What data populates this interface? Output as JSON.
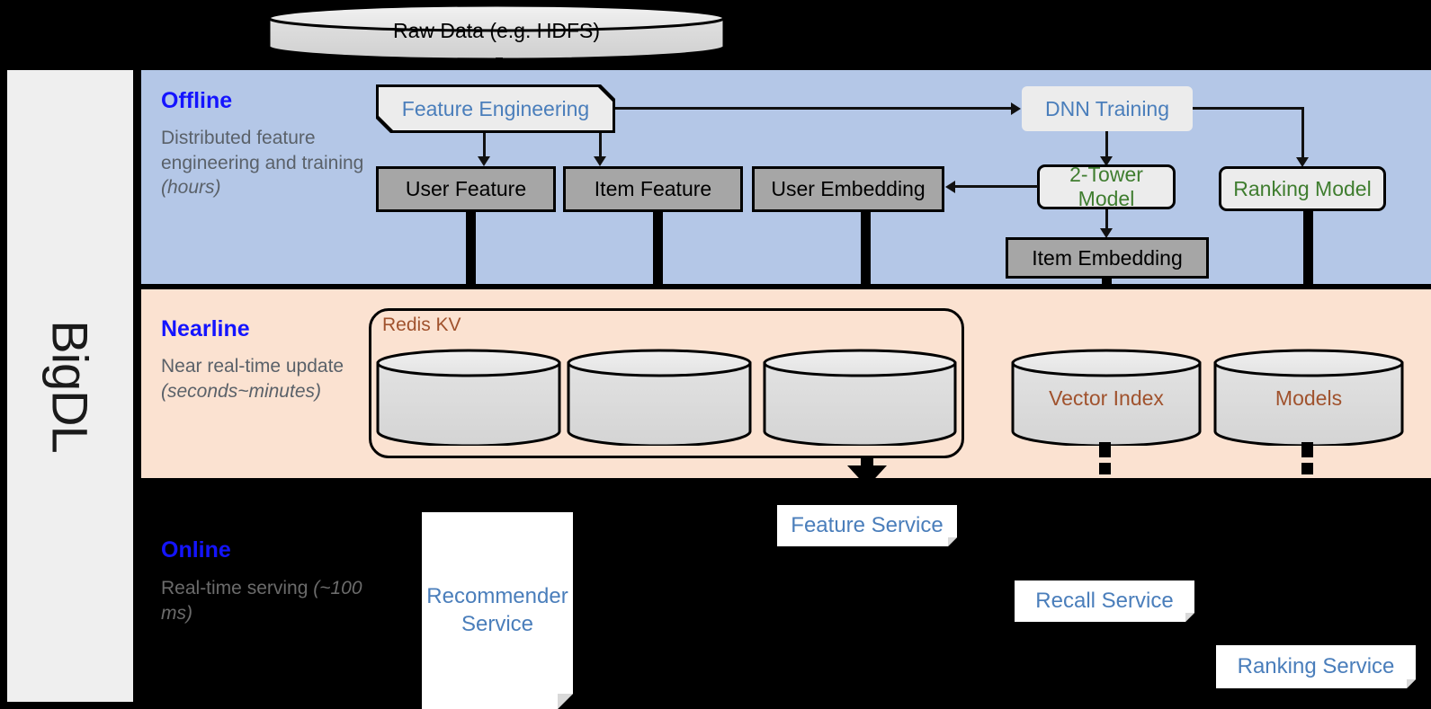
{
  "framework": {
    "name": "BigDL"
  },
  "top": {
    "raw_data_label": "Raw Data (e.g. HDFS)"
  },
  "sections": [
    {
      "id": "offline",
      "title": "Offline",
      "subtitle_plain": "Distributed feature engineering and training ",
      "subtitle_italic": "(hours)",
      "bg_color": "#b4c7e7",
      "title_color": "#1414ff"
    },
    {
      "id": "nearline",
      "title": "Nearline",
      "subtitle_plain": "Near real-time update ",
      "subtitle_italic": "(seconds~minutes)",
      "bg_color": "#fbe2d1",
      "title_color": "#1414ff"
    },
    {
      "id": "online",
      "title": "Online",
      "subtitle_plain": "Real-time serving ",
      "subtitle_italic": "(~100 ms)",
      "bg_color": "#000000",
      "title_color": "#1414ff"
    }
  ],
  "offline": {
    "feature_engineering": "Feature Engineering",
    "dnn_training": "DNN Training",
    "user_feature": "User Feature",
    "item_feature": "Item Feature",
    "user_embedding": "User Embedding",
    "two_tower_model": "2-Tower Model",
    "ranking_model": "Ranking Model",
    "item_embedding": "Item Embedding"
  },
  "nearline": {
    "redis_kv": "Redis KV",
    "store_user_feature": "",
    "store_item_feature": "",
    "store_user_embedding": "",
    "vector_index": "Vector Index",
    "models": "Models"
  },
  "online": {
    "recommender_service": "Recommender\nService",
    "recommender_service_line1": "Recommender",
    "recommender_service_line2": "Service",
    "feature_service": "Feature Service",
    "recall_service": "Recall Service",
    "ranking_service": "Ranking Service"
  },
  "colors": {
    "offline_bg": "#b4c7e7",
    "nearline_bg": "#fbe2d1",
    "online_bg": "#000000",
    "rail_bg": "#efefef",
    "gray_box": "#a6a6a6",
    "light_box": "#ececec",
    "blue_text": "#4a7ebb",
    "green_text": "#3f7d2f",
    "brown_text": "#a0522d",
    "heading_blue": "#1414ff",
    "muted_text": "#5a6169"
  }
}
